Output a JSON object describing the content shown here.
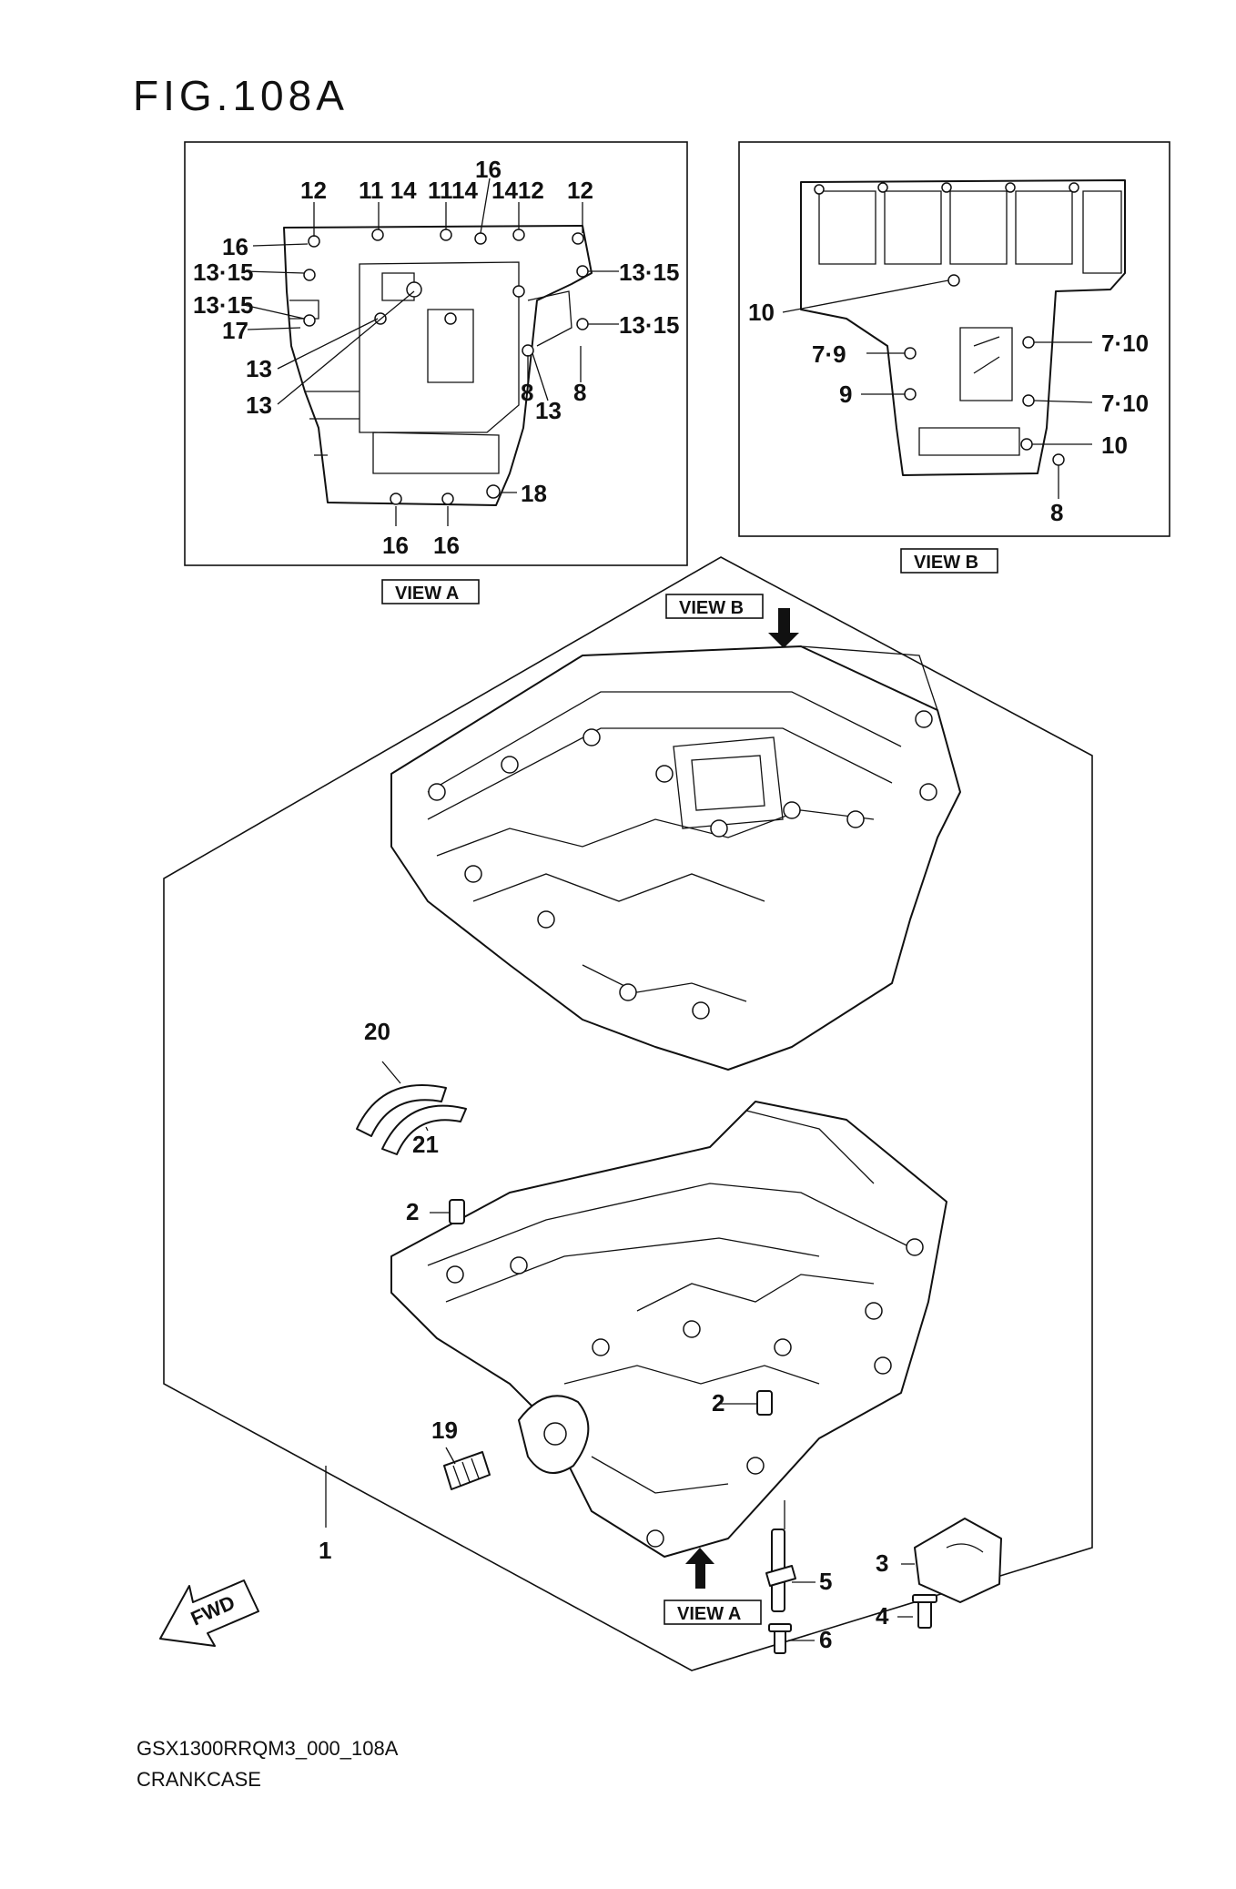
{
  "title": "FIG.108A",
  "footer": {
    "code": "GSX1300RRQM3_000_108A",
    "name": "CRANKCASE"
  },
  "views": {
    "view_a": "VIEW A",
    "view_b": "VIEW B",
    "fwd": "FWD"
  },
  "view_a_callouts": {
    "c16_top": "16",
    "c12_a": "12",
    "c11_14": "11 14",
    "c11_14_b": "1114",
    "c14_12": "1412",
    "c12_b": "12",
    "c16_left": "16",
    "c13_15_l1": "13·15",
    "c13_15_l2": "13·15",
    "c17": "17",
    "c13_l1": "13",
    "c13_l2": "13",
    "c13_15_r1": "13·15",
    "c13_15_r2": "13·15",
    "c8_a": "8",
    "c13_mid": "13",
    "c8_b": "8",
    "c18": "18",
    "c16_b1": "16",
    "c16_b2": "16"
  },
  "view_b_callouts": {
    "c10_a": "10",
    "c7_9": "7·9",
    "c9": "9",
    "c7_10_a": "7·10",
    "c7_10_b": "7·10",
    "c10_b": "10",
    "c8": "8"
  },
  "main_callouts": {
    "c20": "20",
    "c21": "21",
    "c2_a": "2",
    "c2_b": "2",
    "c19": "19",
    "c1": "1",
    "c3": "3",
    "c4": "4",
    "c5": "5",
    "c6": "6"
  }
}
